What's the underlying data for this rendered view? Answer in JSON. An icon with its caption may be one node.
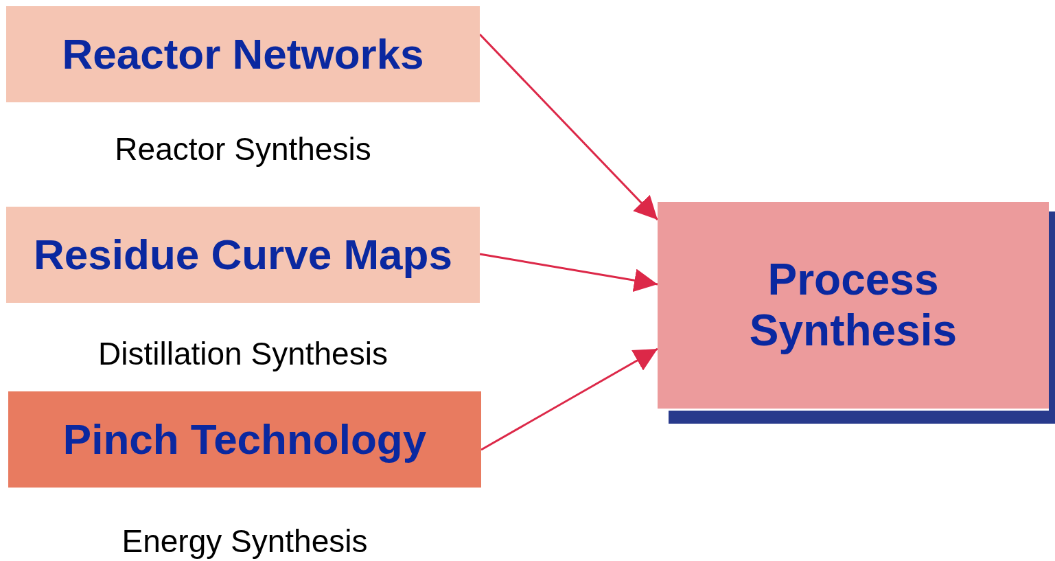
{
  "diagram": {
    "nodes": [
      {
        "text": [
          "Reactor Networks"
        ],
        "beside": [
          "Reactor Synthesis"
        ]
      },
      {
        "text": [
          "Residue Curve Maps"
        ],
        "beside": [
          "Distillation Synthesis"
        ]
      },
      {
        "text": [
          "Pinch Technology"
        ],
        "beside": [
          "Energy Synthesis"
        ]
      },
      {
        "text": [
          "Process Synthesis"
        ]
      }
    ],
    "edges": [
      {
        "from": 0,
        "to": 3,
        "arrow": "to"
      },
      {
        "from": 1,
        "to": 3,
        "arrow": "to"
      },
      {
        "from": 2,
        "to": 3,
        "arrow": "to"
      }
    ]
  }
}
